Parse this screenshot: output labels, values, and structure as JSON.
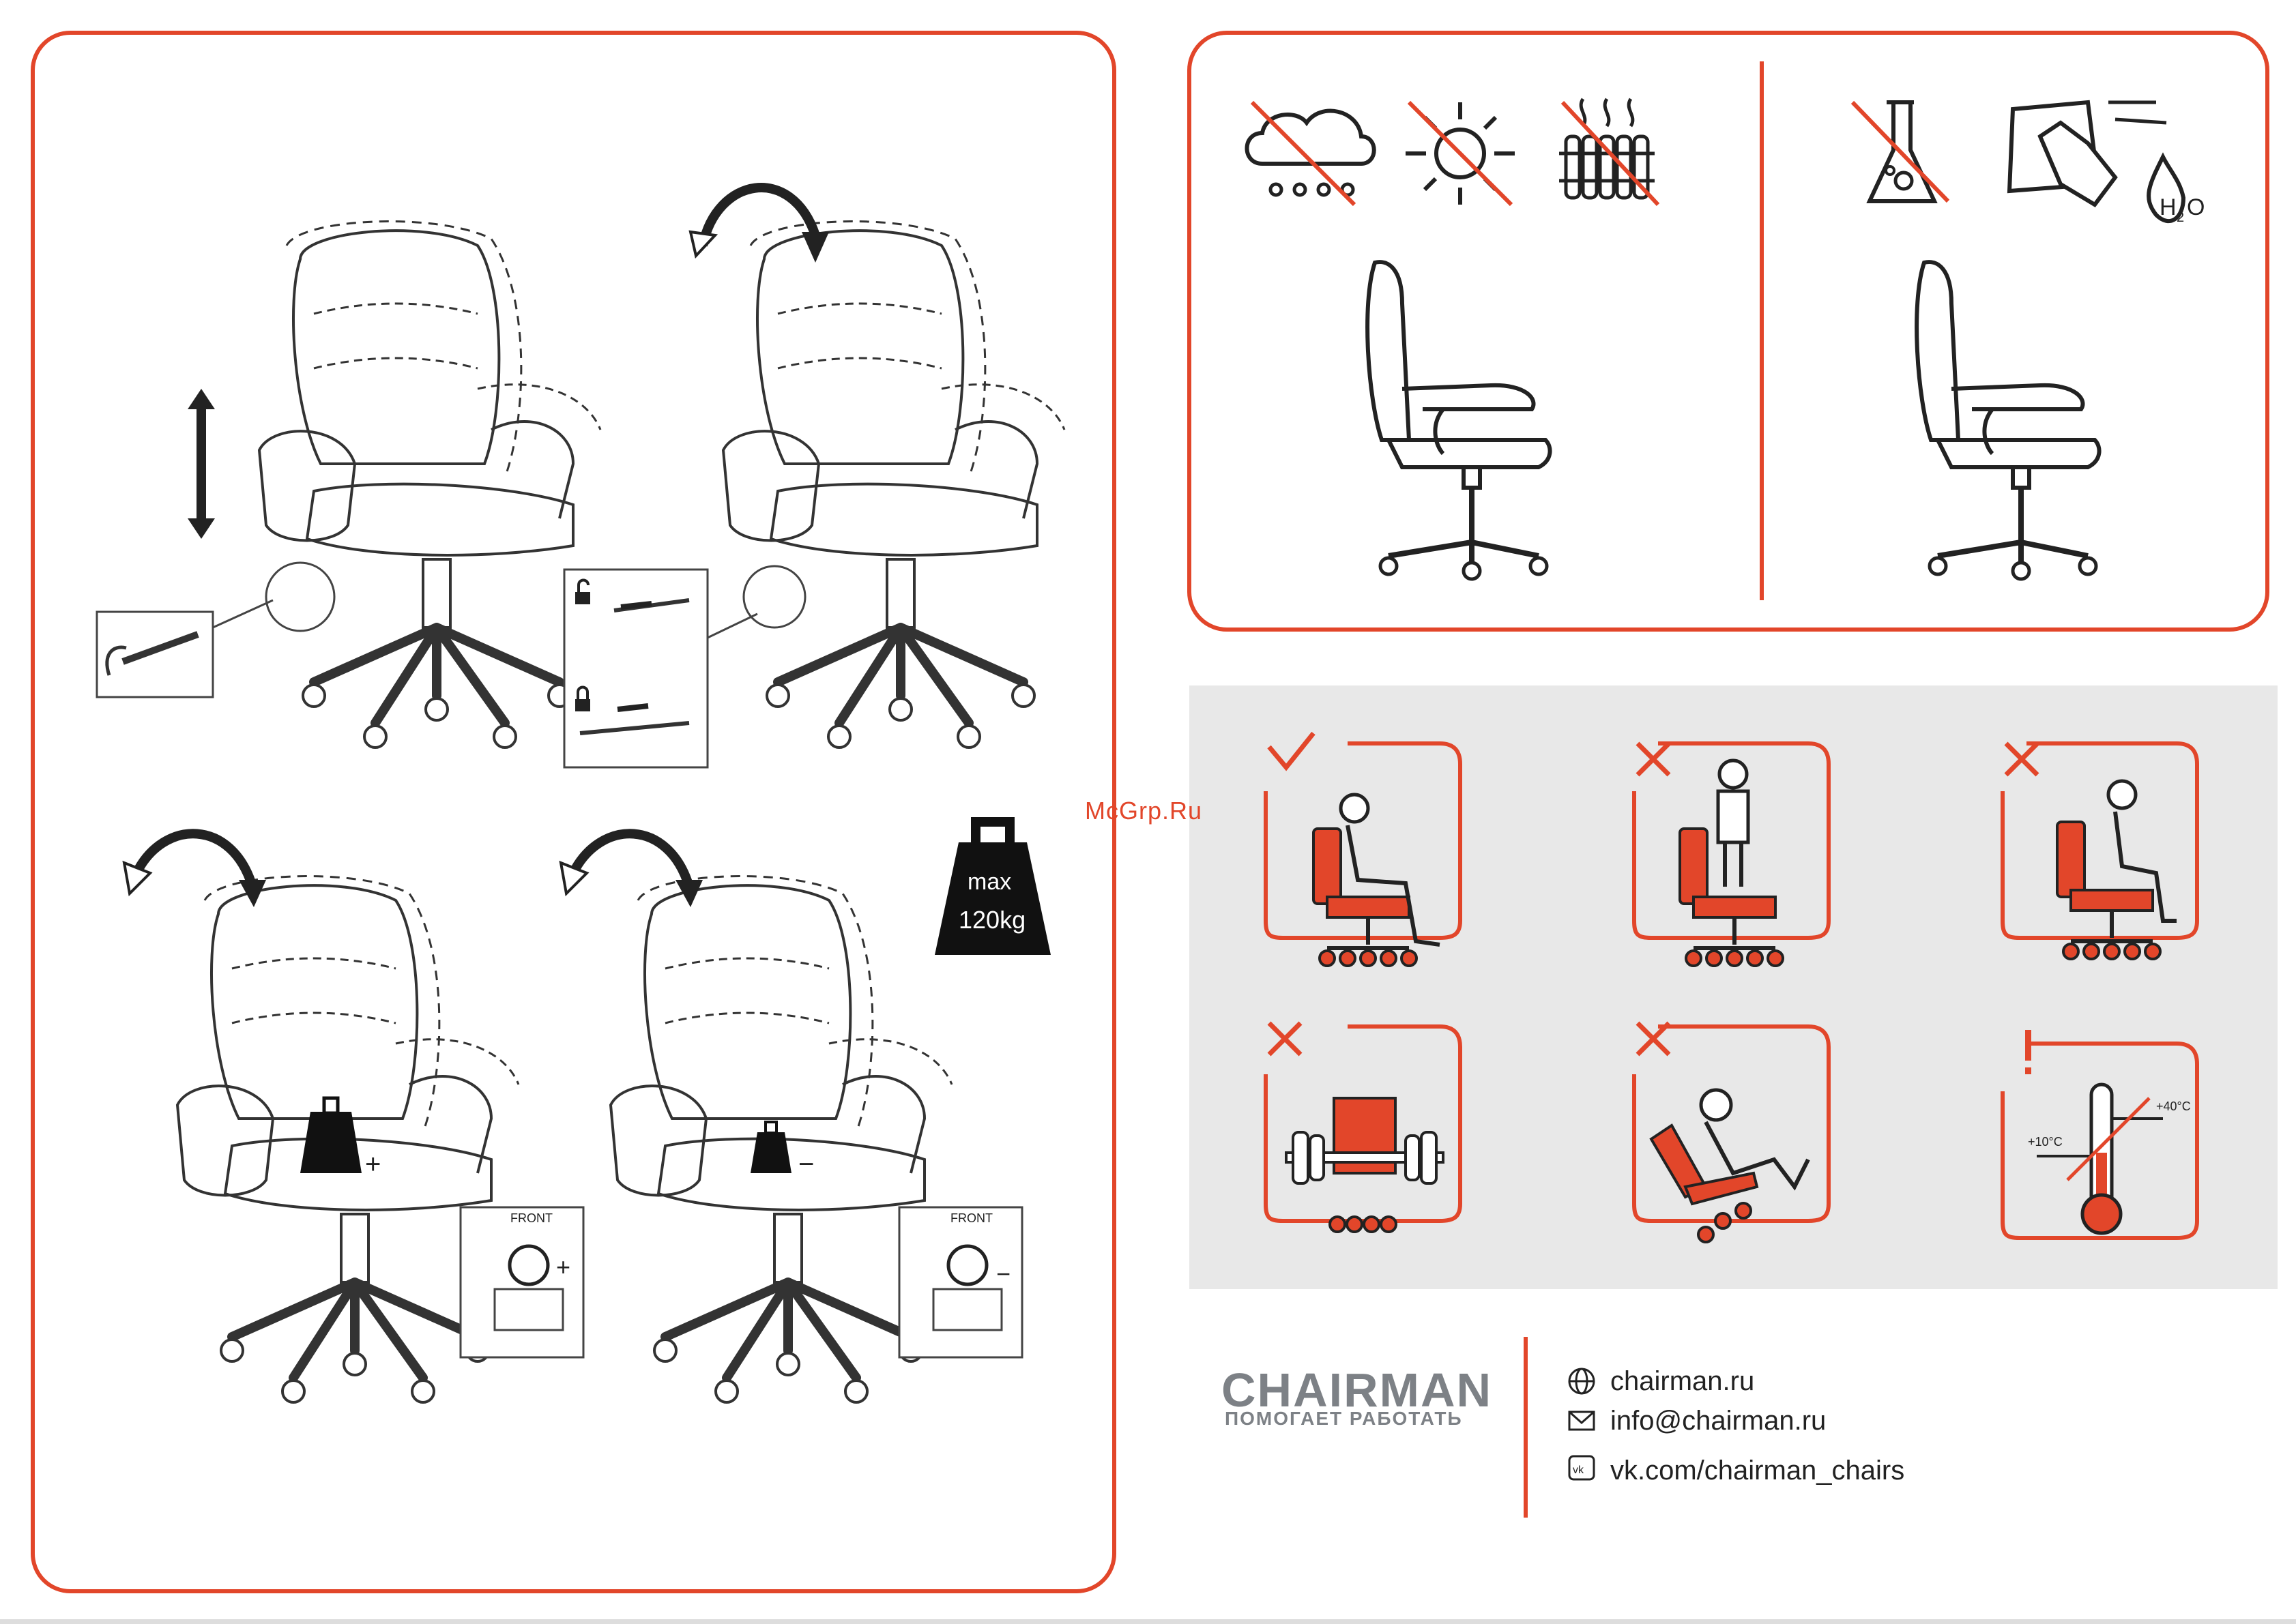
{
  "watermark": "McGrp.Ru",
  "weight_limit": {
    "line1": "max",
    "line2": "120kg"
  },
  "brand": {
    "name": "CHAIRMAN",
    "tagline": "ПОМОГАЕТ РАБОТАТЬ"
  },
  "contacts": {
    "site": "chairman.ru",
    "email": "info@chairman.ru",
    "vk": "vk.com/chairman_chairs"
  },
  "temperature": {
    "low": "+10°C",
    "high": "+40°C"
  },
  "front_label": "FRONT",
  "colors": {
    "accent": "#e2462a",
    "panel_gray": "#e8e8e8",
    "line": "#222222",
    "brand_gray": "#7d8186"
  },
  "icons": [
    "rain-crossed-icon",
    "sun-crossed-icon",
    "radiator-crossed-icon",
    "chemicals-crossed-icon",
    "wipe-cloth-icon",
    "water-drop-icon",
    "correct-sitting-check-icon",
    "standing-on-chair-cross-icon",
    "kneeling-on-chair-cross-icon",
    "dumbbell-chair-cross-icon",
    "leaning-back-cross-icon",
    "temperature-warning-icon",
    "globe-icon",
    "mail-icon",
    "vk-icon",
    "weight-icon"
  ]
}
